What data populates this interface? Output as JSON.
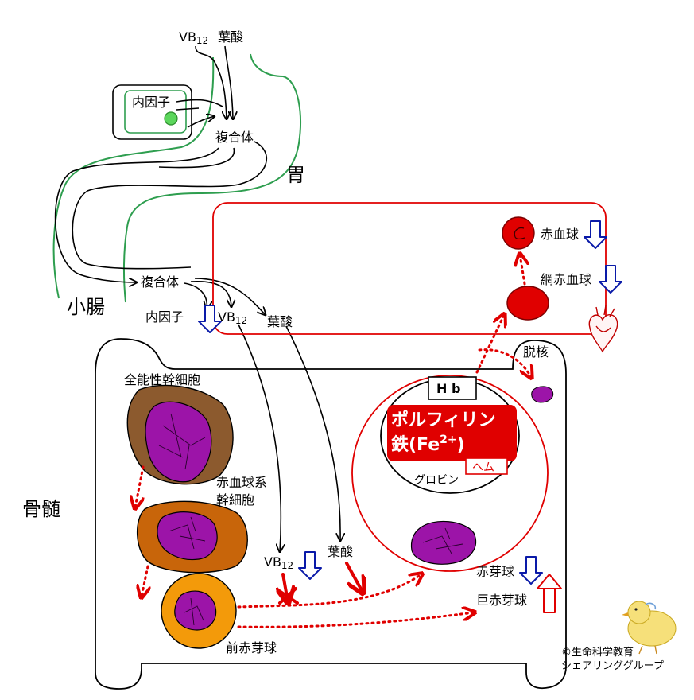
{
  "labels": {
    "vb12_top": "VB",
    "vb12_top_sub": "12",
    "folate_top": "葉酸",
    "intrinsic_factor_box": "内因子",
    "complex_stomach": "複合体",
    "stomach": "胃",
    "small_intestine": "小腸",
    "complex_intestine": "複合体",
    "intrinsic_factor_low": "内因子",
    "vb12_mid": "VB",
    "vb12_mid_sub": "12",
    "folate_mid": "葉酸",
    "rbc": "赤血球",
    "reticulocyte": "網赤血球",
    "pluripotent": "全能性幹細胞",
    "erythroid_stem_1": "赤血球系",
    "erythroid_stem_2": "幹細胞",
    "proerythroblast": "前赤芽球",
    "bone_marrow": "骨髄",
    "vb12_low": "VB",
    "vb12_low_sub": "12",
    "folate_low": "葉酸",
    "denucleation": "脱核",
    "hb": "H b",
    "porphyrin": "ポルフィリン",
    "iron": "鉄(Fe",
    "iron_sup": "2+",
    "iron_close": ")",
    "heme": "ヘム",
    "globin": "グロビン",
    "erythroblast": "赤芽球",
    "megaloblast": "巨赤芽球",
    "credit_1": "©生命科学教育",
    "credit_2": "シェアリンググループ"
  },
  "colors": {
    "stomach_outline": "#2e9e4f",
    "blood_red": "#e00000",
    "arrow_down_blue": "#0a1aa8",
    "pluripotent_fill": "#8c5a2e",
    "stem_fill": "#c8650a",
    "pro_fill": "#f39a0a",
    "nucleus_fill": "#9c14a8",
    "if_dot": "#5cd65c"
  },
  "icons": [
    "heart-icon",
    "chick-icon",
    "down-arrow-icon",
    "up-arrow-icon"
  ]
}
